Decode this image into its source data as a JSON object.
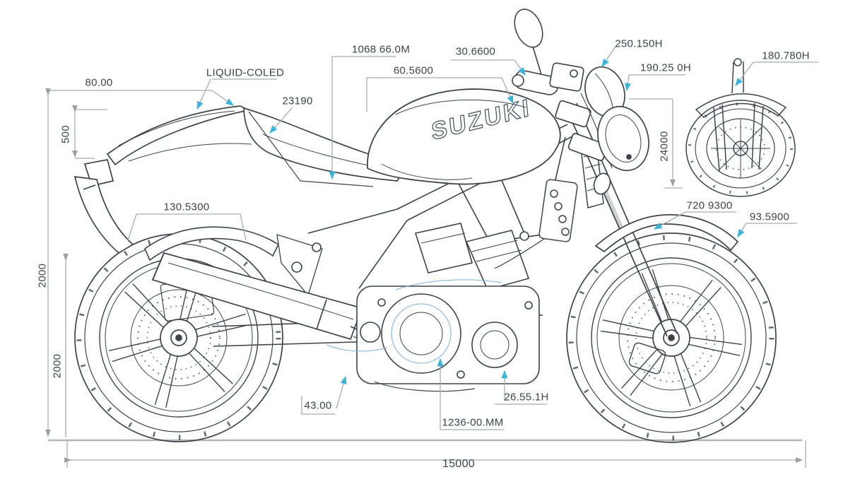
{
  "drawing": {
    "brand_logo": "SUZUKI"
  },
  "dimensions": {
    "top_width": "80.00",
    "tail_height": "500",
    "cooling_note": "LIQUID-COLED",
    "seat_dim": "23190",
    "upper_overall": "1068 66.0M",
    "tank_length": "60.5600",
    "bar_dim": "30.6600",
    "mirror_dim": "250.150H",
    "headlight_dim": "190.25 0H",
    "front_detail_dim": "180.780H",
    "front_height": "24000",
    "fender_top_dim": "720 9300",
    "fender_tip_dim": "93.5900",
    "rear_hugger_dim": "130.5300",
    "overall_height": "2000",
    "wheel_height": "2000",
    "exhaust_dim": "43.00",
    "clearance_dim": "26.55.1H",
    "underside_dim": "1236-00.MM",
    "overall_length": "15000"
  }
}
